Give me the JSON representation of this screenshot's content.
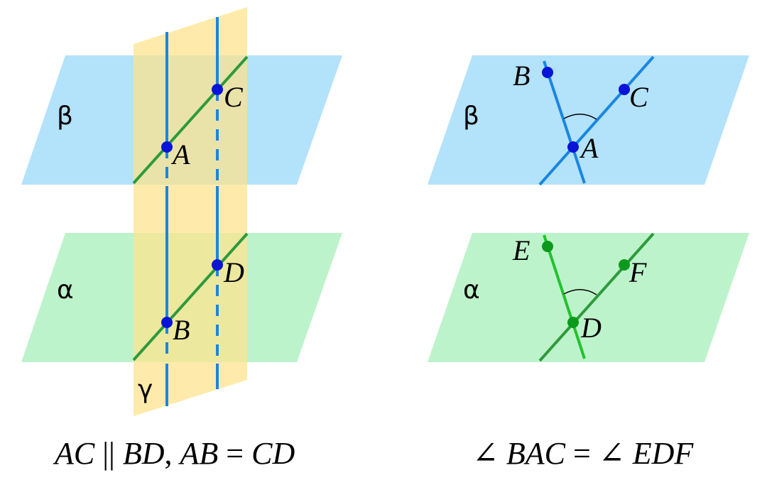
{
  "colors": {
    "plane_beta": "#b3e2fb",
    "plane_alpha": "#bdf3cb",
    "plane_gamma": "#fde7a0",
    "line_blue": "#1a86e0",
    "line_green": "#2e9a3c",
    "line_green_bright": "#22c22e",
    "point_blue": "#0a14d8",
    "point_green": "#0c9a1c"
  },
  "left": {
    "plane_beta_label": "β",
    "plane_alpha_label": "α",
    "plane_gamma_label": "γ",
    "points": {
      "A": "A",
      "B": "B",
      "C": "C",
      "D": "D"
    },
    "caption": {
      "p1": "AC",
      "sep1": " || ",
      "p2": "BD",
      "sep2": ", ",
      "p3": "AB",
      "sep3": " = ",
      "p4": "CD"
    }
  },
  "right": {
    "plane_beta_label": "β",
    "plane_alpha_label": "α",
    "points": {
      "A": "A",
      "B": "B",
      "C": "C",
      "D": "D",
      "E": "E",
      "F": "F"
    },
    "caption": {
      "angle1": "∠ ",
      "p1": "BAC",
      "eq": " = ",
      "angle2": "∠ ",
      "p2": "EDF"
    }
  }
}
